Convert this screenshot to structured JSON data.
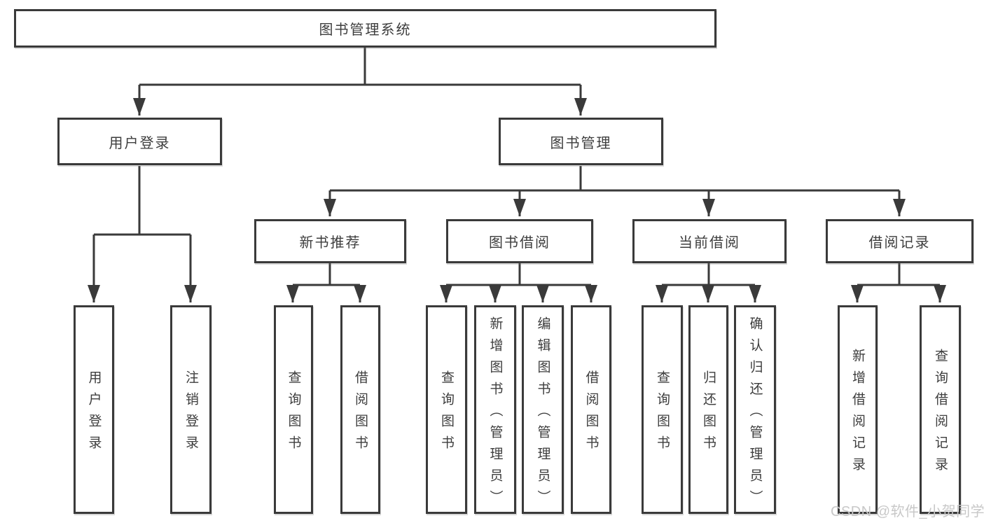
{
  "diagram": {
    "title": "图书管理系统",
    "nodes": {
      "root": {
        "label": "图书管理系统",
        "parent": null
      },
      "user_login": {
        "label": "用户登录",
        "parent": "root"
      },
      "book_management": {
        "label": "图书管理",
        "parent": "root"
      },
      "new_book_recommend": {
        "label": "新书推荐",
        "parent": "book_management"
      },
      "book_borrowing": {
        "label": "图书借阅",
        "parent": "book_management"
      },
      "current_borrowing": {
        "label": "当前借阅",
        "parent": "book_management"
      },
      "borrowing_records": {
        "label": "借阅记录",
        "parent": "book_management"
      },
      "ul_user_login": {
        "label": "用户登录",
        "parent": "user_login"
      },
      "ul_logout": {
        "label": "注销登录",
        "parent": "user_login"
      },
      "nbr_query_books": {
        "label": "查询图书",
        "parent": "new_book_recommend"
      },
      "nbr_borrow_books": {
        "label": "借阅图书",
        "parent": "new_book_recommend"
      },
      "bb_query_books": {
        "label": "查询图书",
        "parent": "book_borrowing"
      },
      "bb_add_books": {
        "label": "新增图书（管理员）",
        "parent": "book_borrowing"
      },
      "bb_edit_books": {
        "label": "编辑图书（管理员）",
        "parent": "book_borrowing"
      },
      "bb_borrow_books": {
        "label": "借阅图书",
        "parent": "book_borrowing"
      },
      "cb_query_books": {
        "label": "查询图书",
        "parent": "current_borrowing"
      },
      "cb_return_books": {
        "label": "归还图书",
        "parent": "current_borrowing"
      },
      "cb_confirm_return": {
        "label": "确认归还（管理员）",
        "parent": "current_borrowing"
      },
      "br_add_record": {
        "label": "新增借阅记录",
        "parent": "borrowing_records"
      },
      "br_query_record": {
        "label": "查询借阅记录",
        "parent": "borrowing_records"
      }
    },
    "colors": {
      "line": "#3a3a3a",
      "text": "#3d3d3d",
      "background": "#ffffff",
      "watermark_text": "#c8c8c8"
    }
  },
  "watermark": "CSDN @软件_小贺同学"
}
